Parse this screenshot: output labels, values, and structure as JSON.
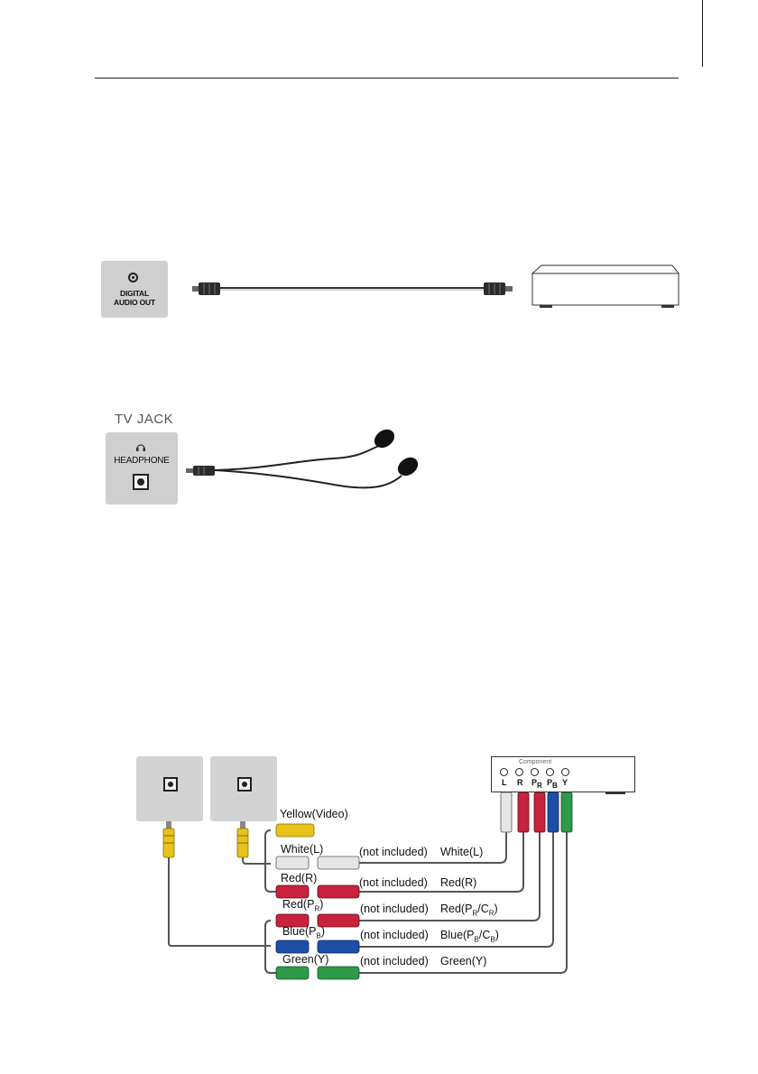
{
  "header": {
    "rule": true
  },
  "optical": {
    "port_label_line1": "DIGITAL",
    "port_label_line2": "AUDIO OUT",
    "port_symbol": "optical-port-icon"
  },
  "headphone": {
    "tv_jack_label": "TV JACK",
    "port_label": "HEADPHONE",
    "icon": "headphone-icon"
  },
  "component": {
    "device_panel_title": "Component",
    "device_jacks": [
      "L",
      "R",
      "PR",
      "PB",
      "Y"
    ],
    "cables": [
      {
        "left": "Yellow(Video)",
        "mid": "",
        "right": "",
        "color": "#e8c21a"
      },
      {
        "left": "White(L)",
        "mid": "(not included)",
        "right": "White(L)",
        "color": "#e6e6e6"
      },
      {
        "left": "Red(R)",
        "mid": "(not included)",
        "right": "Red(R)",
        "color": "#c8223c"
      },
      {
        "left_main": "Red(P",
        "left_sub": "R",
        "left_end": ")",
        "mid": "(not included)",
        "right_main": "Red(P",
        "right_sub1": "R",
        "right_mid": "/C",
        "right_sub2": "R",
        "right_end": ")",
        "color": "#c8223c"
      },
      {
        "left_main": "Blue(P",
        "left_sub": "B",
        "left_end": ")",
        "mid": "(not included)",
        "right_main": "Blue(P",
        "right_sub1": "B",
        "right_mid": "/C",
        "right_sub2": "B",
        "right_end": ")",
        "color": "#1d4fa8"
      },
      {
        "left": "Green(Y)",
        "mid": "(not included)",
        "right": "Green(Y)",
        "color": "#2f9a4a"
      }
    ]
  }
}
